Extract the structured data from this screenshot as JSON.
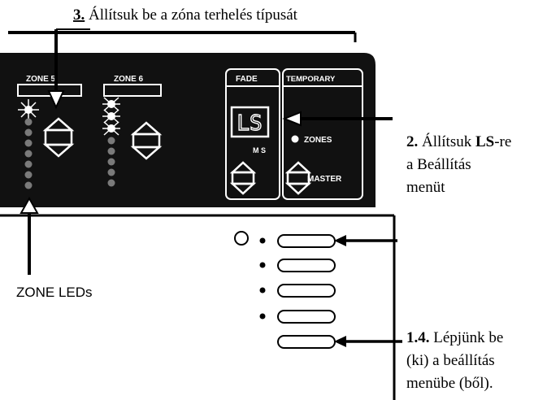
{
  "callouts": {
    "step3": {
      "number": "3.",
      "text": " Állítsuk be a zóna terhelés típusát"
    },
    "step2": {
      "number": "2.",
      "text1": " Állítsuk ",
      "bold": "LS",
      "text2": "-re",
      "line2": "a Beállítás",
      "line3": "menüt"
    },
    "step14": {
      "number": "1.4.",
      "text1": " Lépjünk be",
      "line2": "(ki) a beállítás",
      "line3": "menübe (ből)."
    },
    "zone_leds": "ZONE LEDs"
  },
  "panel": {
    "zone5": "ZONE 5",
    "zone6": "ZONE 6",
    "fade": "FADE",
    "temporary": "TEMPORARY",
    "display_value": "LS",
    "display_sub": "M S",
    "zones": "ZONES",
    "master": "MASTER"
  },
  "icons": [
    "arrow-icon",
    "led-icon",
    "up-down-button-icon"
  ]
}
